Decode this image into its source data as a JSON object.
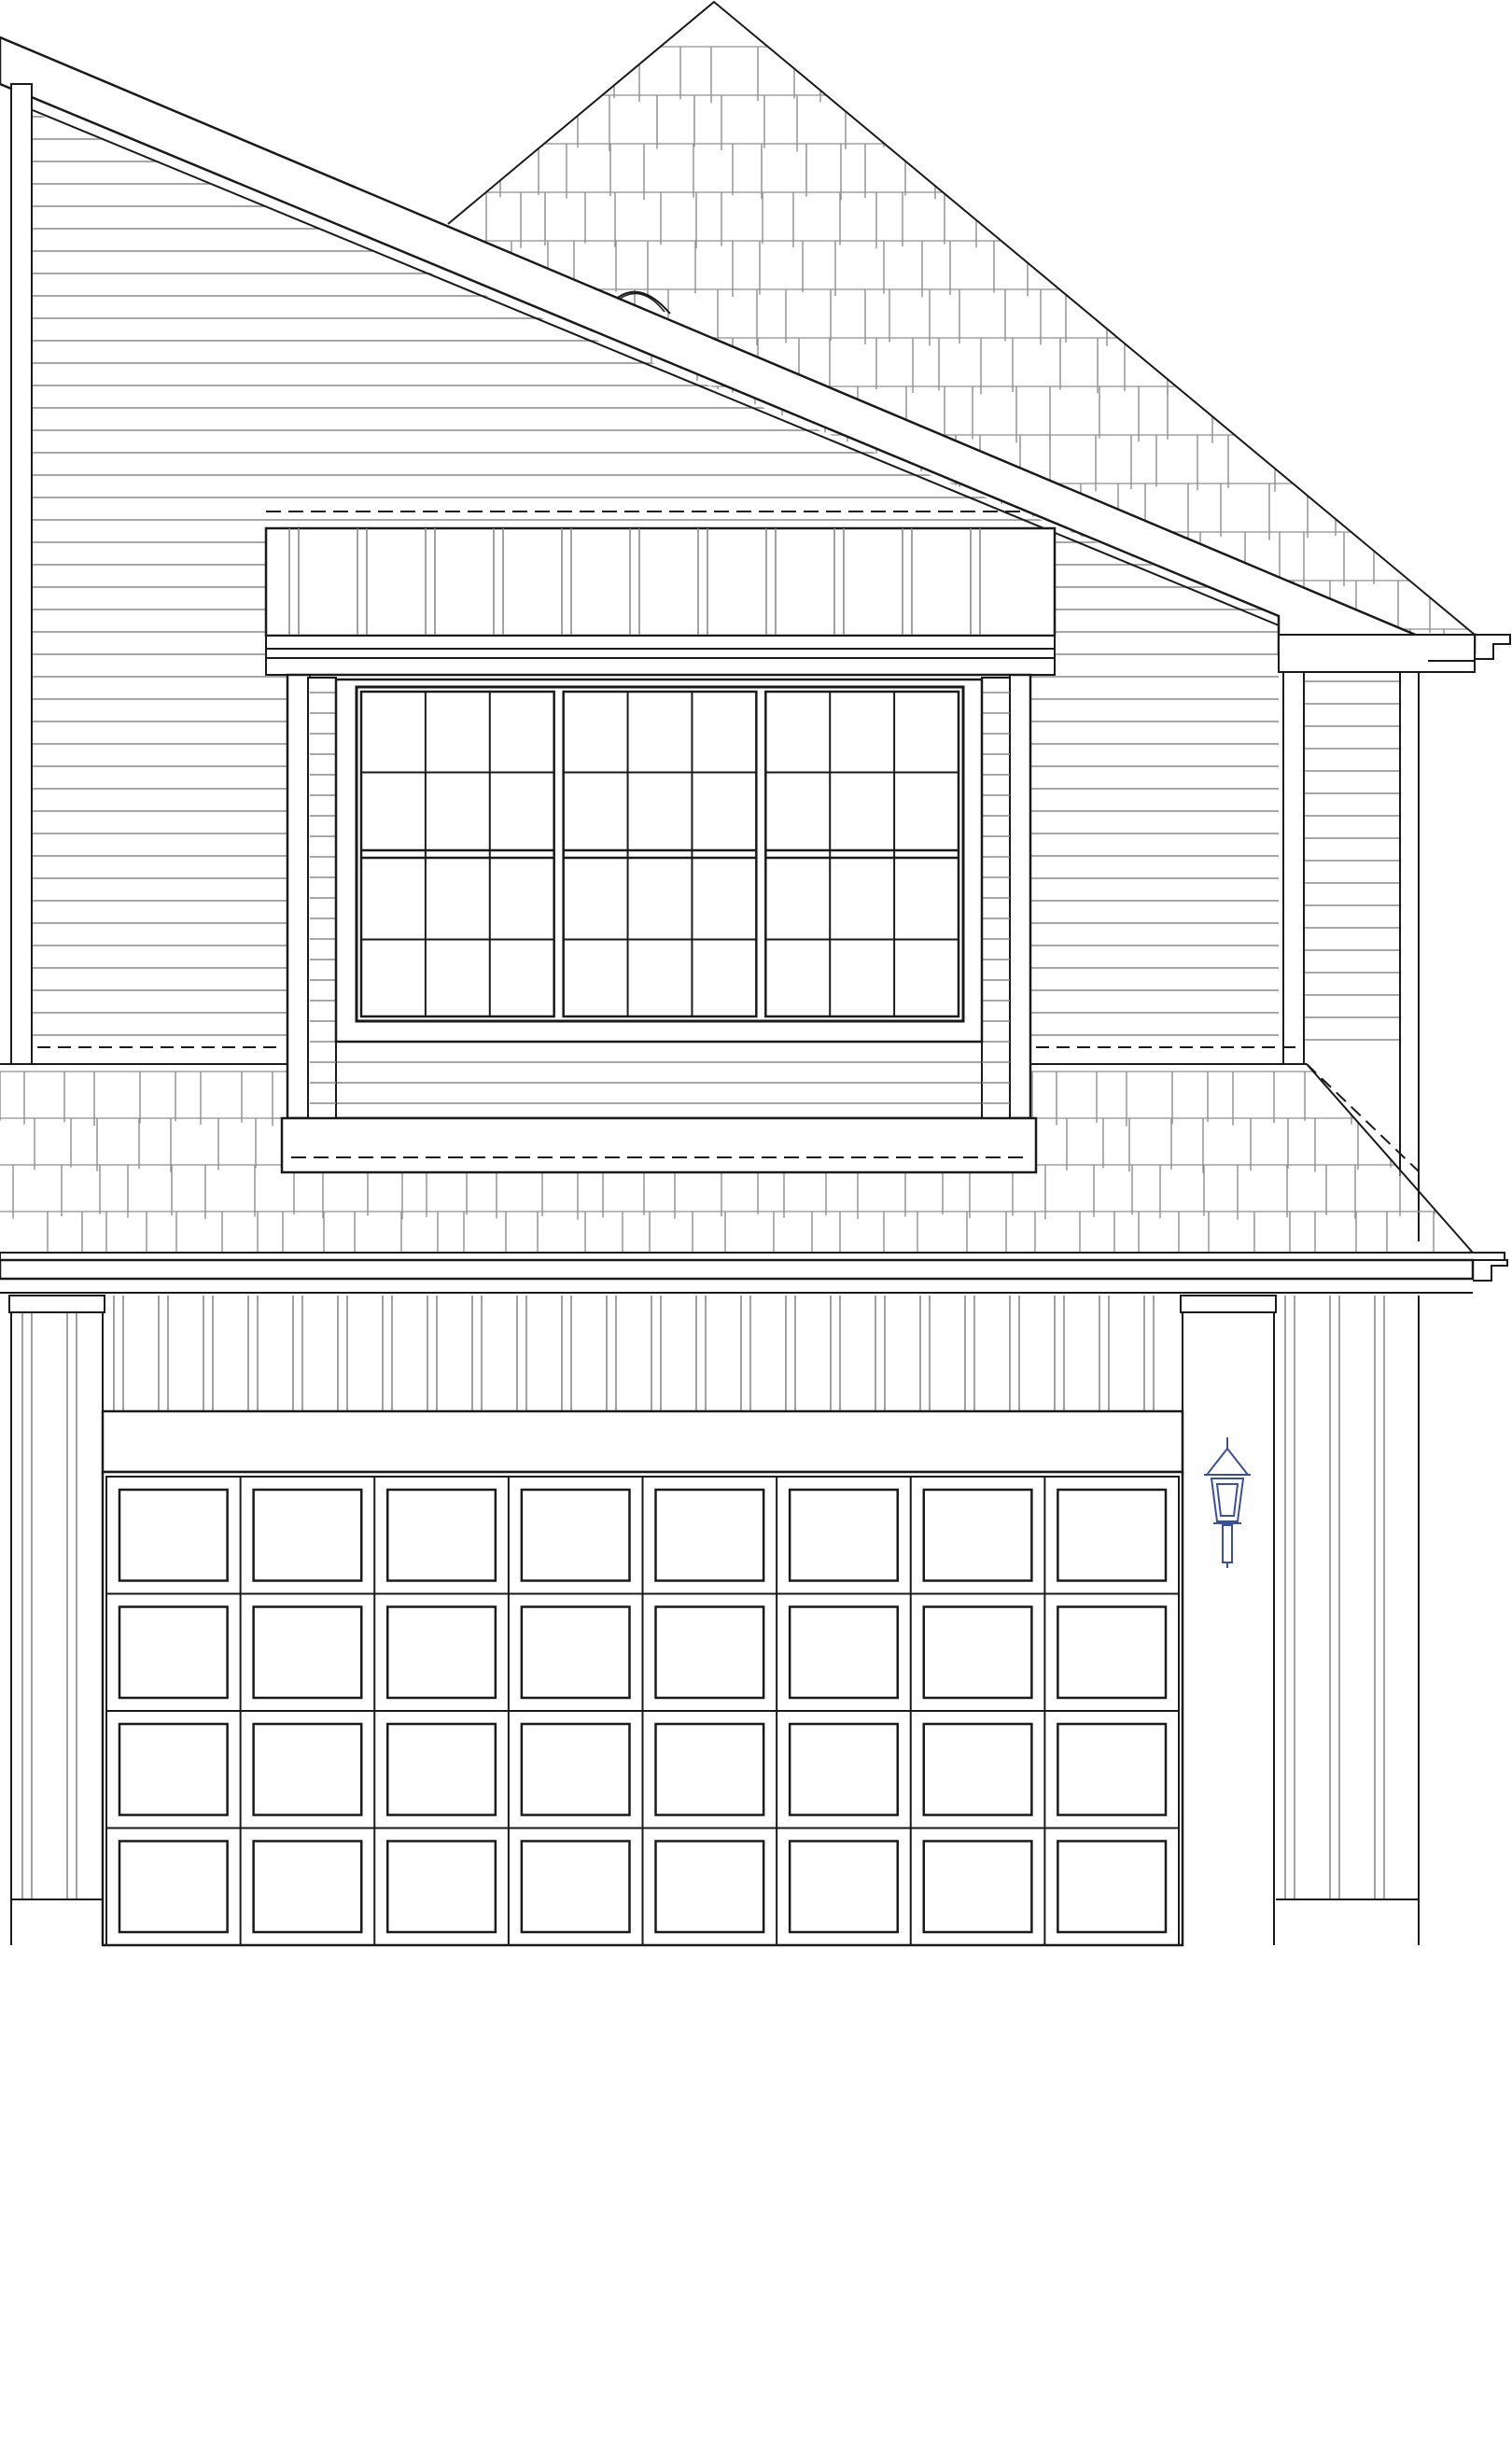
{
  "colors": {
    "background": "#ffffff",
    "outline": "#1a1a1a",
    "siding": "#8a8a8a",
    "shingle": "#8f8f8f",
    "lantern": "#3a4fa0"
  },
  "drawing": {
    "subject": "front-elevation",
    "icons": [
      "gable-vent-icon",
      "wall-lantern-icon"
    ],
    "garage_door": {
      "panel_rows": 4,
      "panel_columns": 8
    },
    "window": {
      "sashes": 3,
      "panes_per_sash": 12
    }
  }
}
